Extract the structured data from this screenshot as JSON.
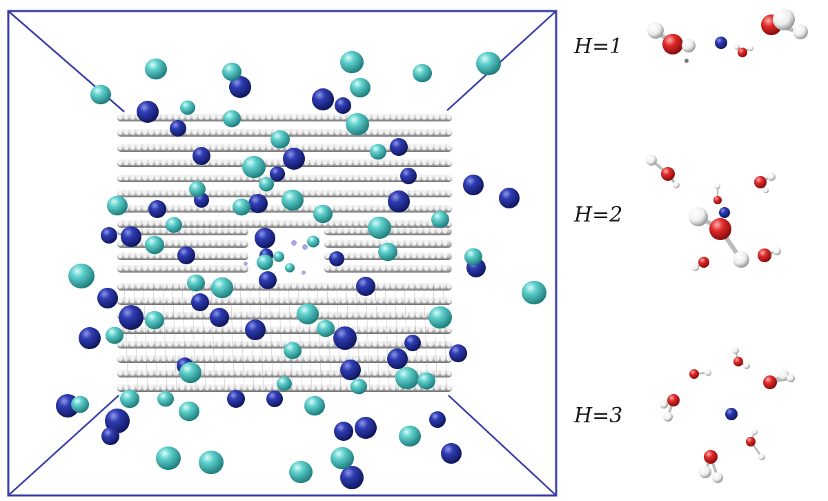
{
  "figure": {
    "labels": [
      "H=1",
      "H=2",
      "H=3"
    ]
  },
  "colors": {
    "box_edge": "#3b3fa8",
    "cation": "#1f2b9a",
    "anion": "#45c2c0",
    "pore_wall": "#c9c9c9",
    "oxygen": "#d62a2a",
    "hydrogen": "#f2f2f2"
  }
}
